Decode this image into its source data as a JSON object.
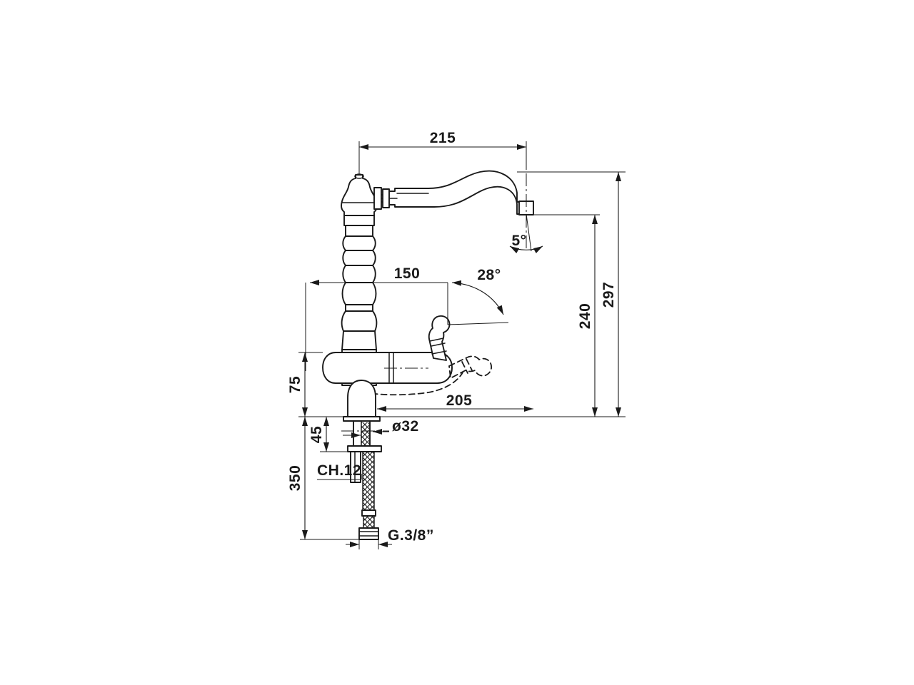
{
  "document": {
    "type": "technical-drawing",
    "subject": "single-lever kitchen mixer tap with swivel spout",
    "units": "mm",
    "background_color": "#ffffff",
    "line_color": "#1a1a1a"
  },
  "dimensions": {
    "spout_reach_215": "215",
    "handle_offset_150": "150",
    "body_length_205": "205",
    "spout_height_240": "240",
    "overall_height_297": "297",
    "body_height_75": "75",
    "deck_thickness_45": "45",
    "hose_length_350": "350",
    "mounting_hole_diameter": "ø32",
    "spanner_size": "CH.12",
    "thread_size": "G.3/8”",
    "aerator_angle": "5°",
    "lever_angle": "28°"
  },
  "labels": [
    {
      "id": "d215",
      "text": "215"
    },
    {
      "id": "d150",
      "text": "150"
    },
    {
      "id": "d28deg",
      "text": "28°"
    },
    {
      "id": "d5deg",
      "text": "5°"
    },
    {
      "id": "d297",
      "text": "297"
    },
    {
      "id": "d240",
      "text": "240"
    },
    {
      "id": "d205",
      "text": "205"
    },
    {
      "id": "d75",
      "text": "75"
    },
    {
      "id": "d45",
      "text": "45"
    },
    {
      "id": "d350",
      "text": "350"
    },
    {
      "id": "ddia32",
      "text": "ø32"
    },
    {
      "id": "dch12",
      "text": "CH.12"
    },
    {
      "id": "dthread",
      "text": "G.3/8”"
    }
  ]
}
